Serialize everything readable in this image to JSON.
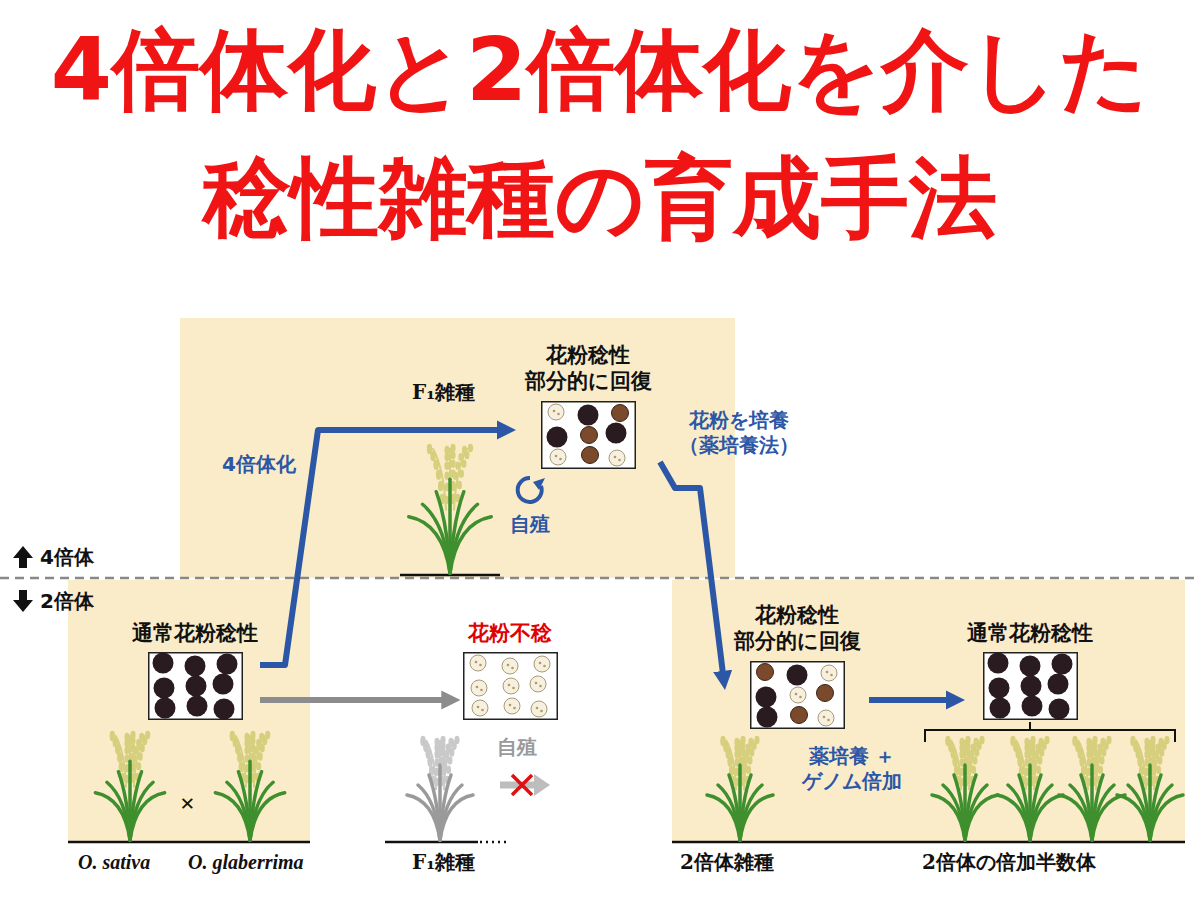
{
  "diagram": {
    "title": "4倍体化と2倍体化を介した 稔性雑種の育成手法",
    "nodes": [
      {
        "text": [
          "通常花粉稔性"
        ]
      },
      {
        "text": [
          "花粉稔性 部分的に回復"
        ]
      },
      {
        "text": [
          "花粉不稔"
        ]
      },
      {
        "text": [
          "花粉稔性 部分的に回復"
        ]
      },
      {
        "text": [
          "通常花粉稔性"
        ]
      }
    ],
    "edges": [
      {
        "from": 0,
        "to": 1,
        "arrow": "to",
        "label": "4倍体化"
      },
      {
        "from": 0,
        "to": 2,
        "arrow": "to"
      },
      {
        "from": 1,
        "to": 3,
        "arrow": "to",
        "label": "花粉を培養 （薬培養法）"
      },
      {
        "from": 3,
        "to": 4,
        "arrow": "to",
        "label": "薬培養 ＋ゲノム倍加"
      }
    ],
    "labels": [
      "4倍体",
      "2倍体",
      "F₁雑種",
      "自殖",
      "O. sativa",
      "×",
      "O. glaberrima",
      "自殖",
      "F₁雑種",
      "2倍体雑種",
      "2倍体の倍加半数体"
    ]
  }
}
